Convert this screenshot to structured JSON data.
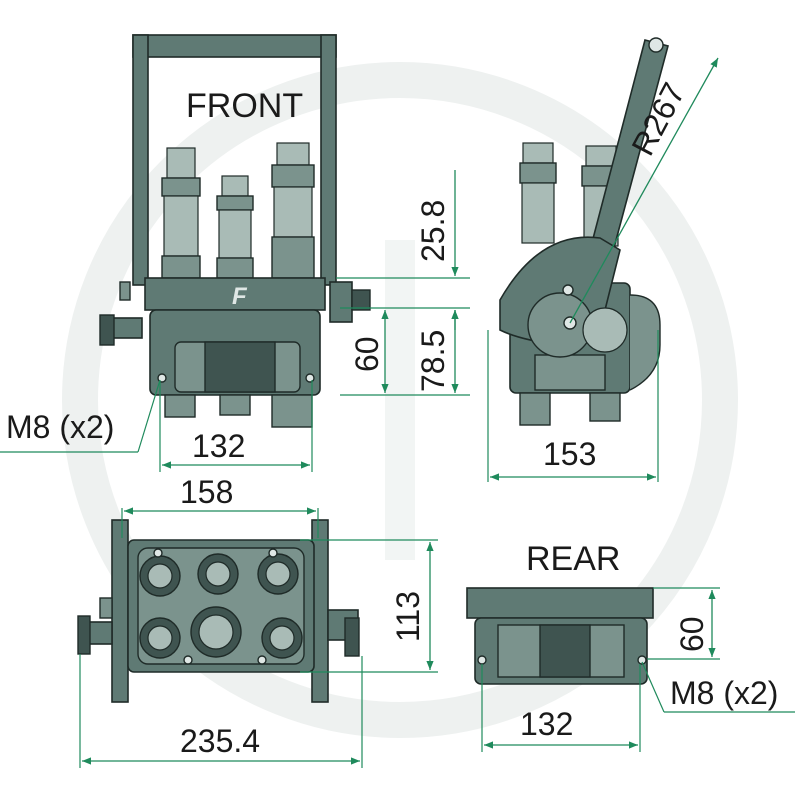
{
  "views": {
    "front": {
      "label": "FRONT"
    },
    "rear": {
      "label": "REAR"
    }
  },
  "dimensions": {
    "front_height_top": "25.8",
    "front_height_mid": "60",
    "front_height_total": "78.5",
    "front_mount_note": "M8 (x2)",
    "front_width": "132",
    "side_width": "153",
    "lever_radius": "R267",
    "top_width": "158",
    "top_depth": "113",
    "top_overall_width": "235.4",
    "rear_height": "60",
    "rear_mount_note": "M8 (x2)",
    "rear_width": "132"
  },
  "logo_letter": "F",
  "colors": {
    "body": "#5f7a74",
    "dimension_line": "#1f8a5c",
    "watermark": "#eef1f0"
  }
}
